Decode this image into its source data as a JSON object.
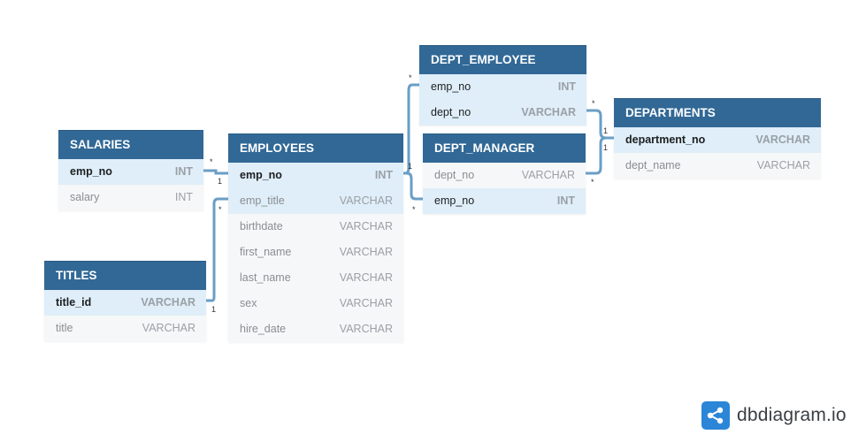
{
  "tables": {
    "salaries": {
      "name": "SALARIES",
      "fields": [
        {
          "name": "emp_no",
          "type": "INT"
        },
        {
          "name": "salary",
          "type": "INT"
        }
      ]
    },
    "titles": {
      "name": "TITLES",
      "fields": [
        {
          "name": "title_id",
          "type": "VARCHAR"
        },
        {
          "name": "title",
          "type": "VARCHAR"
        }
      ]
    },
    "employees": {
      "name": "EMPLOYEES",
      "fields": [
        {
          "name": "emp_no",
          "type": "INT"
        },
        {
          "name": "emp_title",
          "type": "VARCHAR"
        },
        {
          "name": "birthdate",
          "type": "VARCHAR"
        },
        {
          "name": "first_name",
          "type": "VARCHAR"
        },
        {
          "name": "last_name",
          "type": "VARCHAR"
        },
        {
          "name": "sex",
          "type": "VARCHAR"
        },
        {
          "name": "hire_date",
          "type": "VARCHAR"
        }
      ]
    },
    "dept_employee": {
      "name": "DEPT_EMPLOYEE",
      "fields": [
        {
          "name": "emp_no",
          "type": "INT"
        },
        {
          "name": "dept_no",
          "type": "VARCHAR"
        }
      ]
    },
    "dept_manager": {
      "name": "DEPT_MANAGER",
      "fields": [
        {
          "name": "dept_no",
          "type": "VARCHAR"
        },
        {
          "name": "emp_no",
          "type": "INT"
        }
      ]
    },
    "departments": {
      "name": "DEPARTMENTS",
      "fields": [
        {
          "name": "department_no",
          "type": "VARCHAR"
        },
        {
          "name": "dept_name",
          "type": "VARCHAR"
        }
      ]
    }
  },
  "cardinality": {
    "many": "*",
    "one": "1"
  },
  "brand": {
    "name": "dbdiagram.io",
    "icon": "share-nodes-icon",
    "accent": "#2b86d8"
  },
  "colors": {
    "header": "#316896",
    "highlight_row": "#dfeef8",
    "row": "#f6f7f8",
    "link": "#6a9ec6"
  }
}
